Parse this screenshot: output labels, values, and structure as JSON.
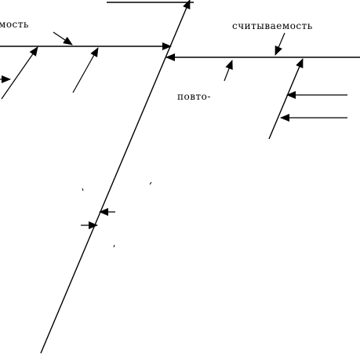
{
  "labels": {
    "left_top": "мость",
    "right_top": "считываемость",
    "middle": "повто-"
  },
  "colors": {
    "ink": "#000000",
    "background": "#ffffff"
  }
}
